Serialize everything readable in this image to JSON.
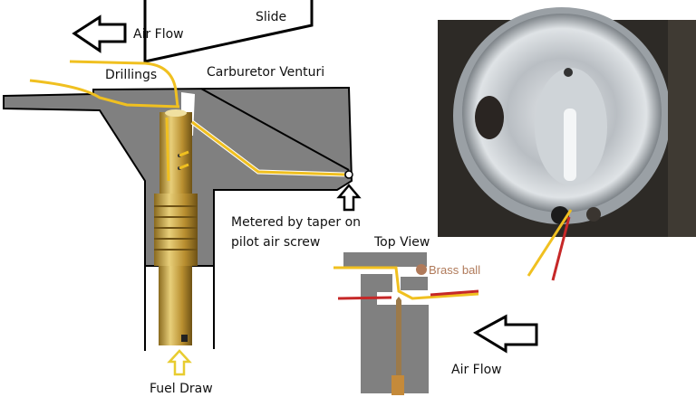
{
  "labels": {
    "slide": "Slide",
    "air_flow_top": "Air Flow",
    "drillings": "Drillings",
    "venturi": "Carburetor Venturi",
    "metered_line1": "Metered by taper on",
    "metered_line2": "pilot air screw",
    "fuel_draw": "Fuel Draw",
    "top_view": "Top View",
    "brass_ball": "Brass ball",
    "air_flow_bottom": "Air Flow"
  },
  "colors": {
    "body_gray": "#808080",
    "fuel_path_yellow": "#f0c020",
    "red_line": "#c62828",
    "brass": "#c9a24a",
    "brass_ball": "#b07a5a"
  }
}
